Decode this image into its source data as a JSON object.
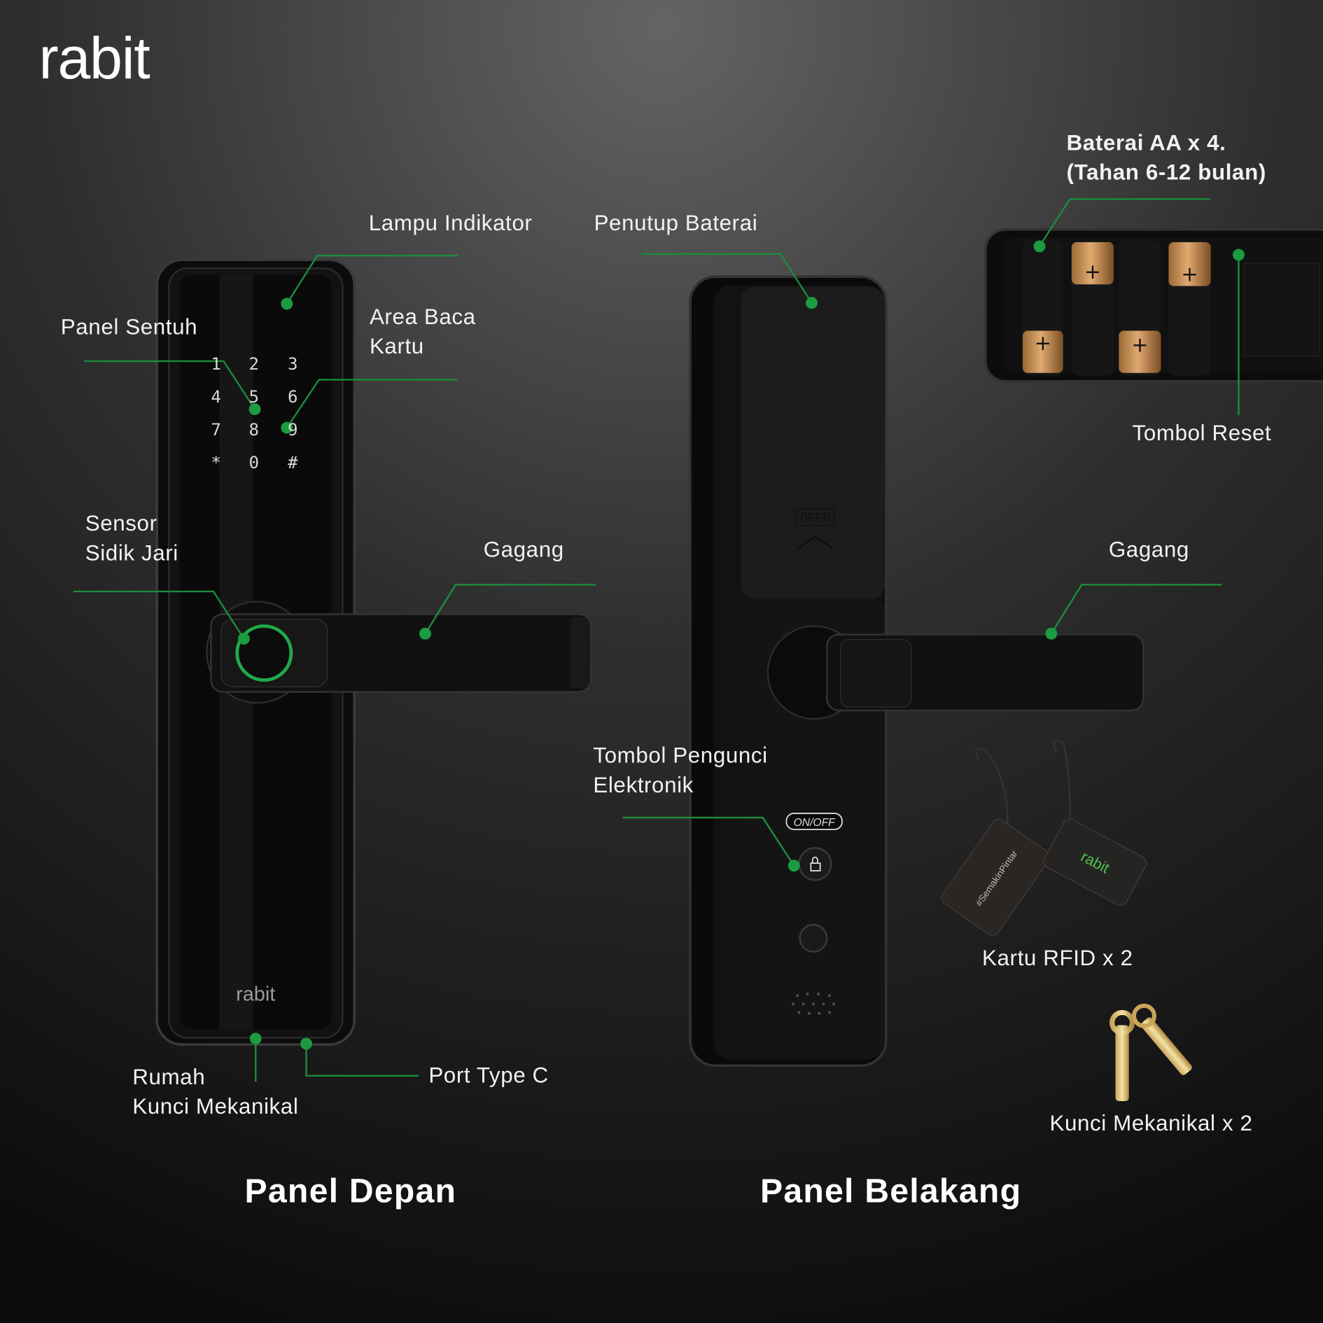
{
  "brand": {
    "logo": "rabit",
    "panel_logo": "rabit",
    "card_logo": "rabit",
    "card_hashtag": "#SemakinPintar"
  },
  "colors": {
    "accent": "#1c9c40",
    "background_top": "#5a5a5a",
    "background_bottom": "#0b0b0b"
  },
  "front": {
    "title": "Panel Depan",
    "labels": {
      "indicator": "Lampu Indikator",
      "touch_panel": "Panel Sentuh",
      "card_area_1": "Area Baca",
      "card_area_2": "Kartu",
      "fingerprint_1": "Sensor",
      "fingerprint_2": "Sidik Jari",
      "handle": "Gagang",
      "keyhole_1": "Rumah",
      "keyhole_2": "Kunci Mekanikal",
      "usb": "Port Type C"
    },
    "keypad": [
      "1",
      "2",
      "3",
      "4",
      "5",
      "6",
      "7",
      "8",
      "9",
      "*",
      "0",
      "#"
    ]
  },
  "back": {
    "title": "Panel Belakang",
    "labels": {
      "battery_cover": "Penutup Baterai",
      "battery_1": "Baterai AA x 4.",
      "battery_2": "(Tahan 6-12 bulan)",
      "reset": "Tombol Reset",
      "handle": "Gagang",
      "lock_button_1": "Tombol Pengunci",
      "lock_button_2": "Elektronik",
      "rfid": "Kartu RFID x 2",
      "keys": "Kunci Mekanikal x 2"
    },
    "open_mark": "OPEN",
    "onoff": "ON/OFF",
    "battery_sign": "+"
  }
}
